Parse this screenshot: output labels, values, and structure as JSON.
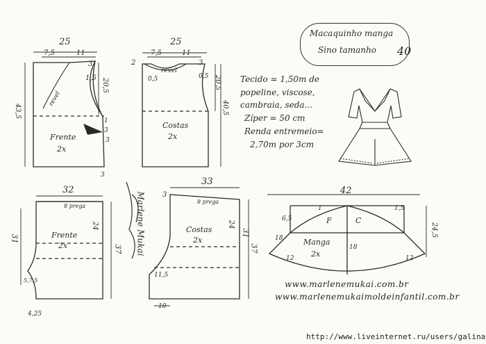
{
  "title": {
    "line1": "Macaquinho manga",
    "line2": "Sino tamanho",
    "size": "40"
  },
  "materials": {
    "tecido": "Tecido = 1,50m de",
    "line2": "popeline, viscose,",
    "line3": "cambraia, seda...",
    "ziper": "Zíper = 50 cm",
    "renda": "Renda entremeio=",
    "renda2": "2,70m    por 3cm"
  },
  "pieces": {
    "frente_top": {
      "name": "Frente",
      "qty": "2x",
      "w": "25",
      "a": "7,5",
      "b": "11",
      "h1": "3",
      "h2": "1,5",
      "side": "20,5",
      "total": "43,5",
      "bottom1": "3",
      "bottom2": "3",
      "n1": "1",
      "n2": "3",
      "fold": "revel"
    },
    "costas_top": {
      "name": "Costas",
      "qty": "2x",
      "w": "25",
      "a": "7,5",
      "b": "11",
      "h1": "2",
      "h2": "3",
      "c": "0,5",
      "d": "0,5",
      "side": "20,5",
      "total": "40,5",
      "fold": "revel"
    },
    "frente_bottom": {
      "name": "Frente",
      "qty": "2x",
      "w": "32",
      "prega": "8 prega",
      "inner": "24",
      "total": "37",
      "left": "31",
      "a": "5,7,5",
      "b": "4,25"
    },
    "costas_bottom": {
      "name": "Costas",
      "qty": "2x",
      "w": "33",
      "prega": "8 prega",
      "a": "3",
      "inner": "24",
      "total": "37",
      "left": "31",
      "b": "11,5",
      "c": "10"
    },
    "manga": {
      "name": "Manga",
      "qty": "2x",
      "w": "42",
      "f": "F",
      "c": "C",
      "a": "6,5",
      "b": "1",
      "c2": "1,5",
      "d": "18",
      "e": "18",
      "f2": "12",
      "g": "12",
      "h": "24,5"
    }
  },
  "signature": "Marlene Mukai",
  "websites": {
    "site1": "www.marlenemukai.com.br",
    "site2": "www.marlenemukaimoldeinfantil.com.br"
  },
  "source_url": "http://www.liveinternet.ru/users/galina_o/"
}
